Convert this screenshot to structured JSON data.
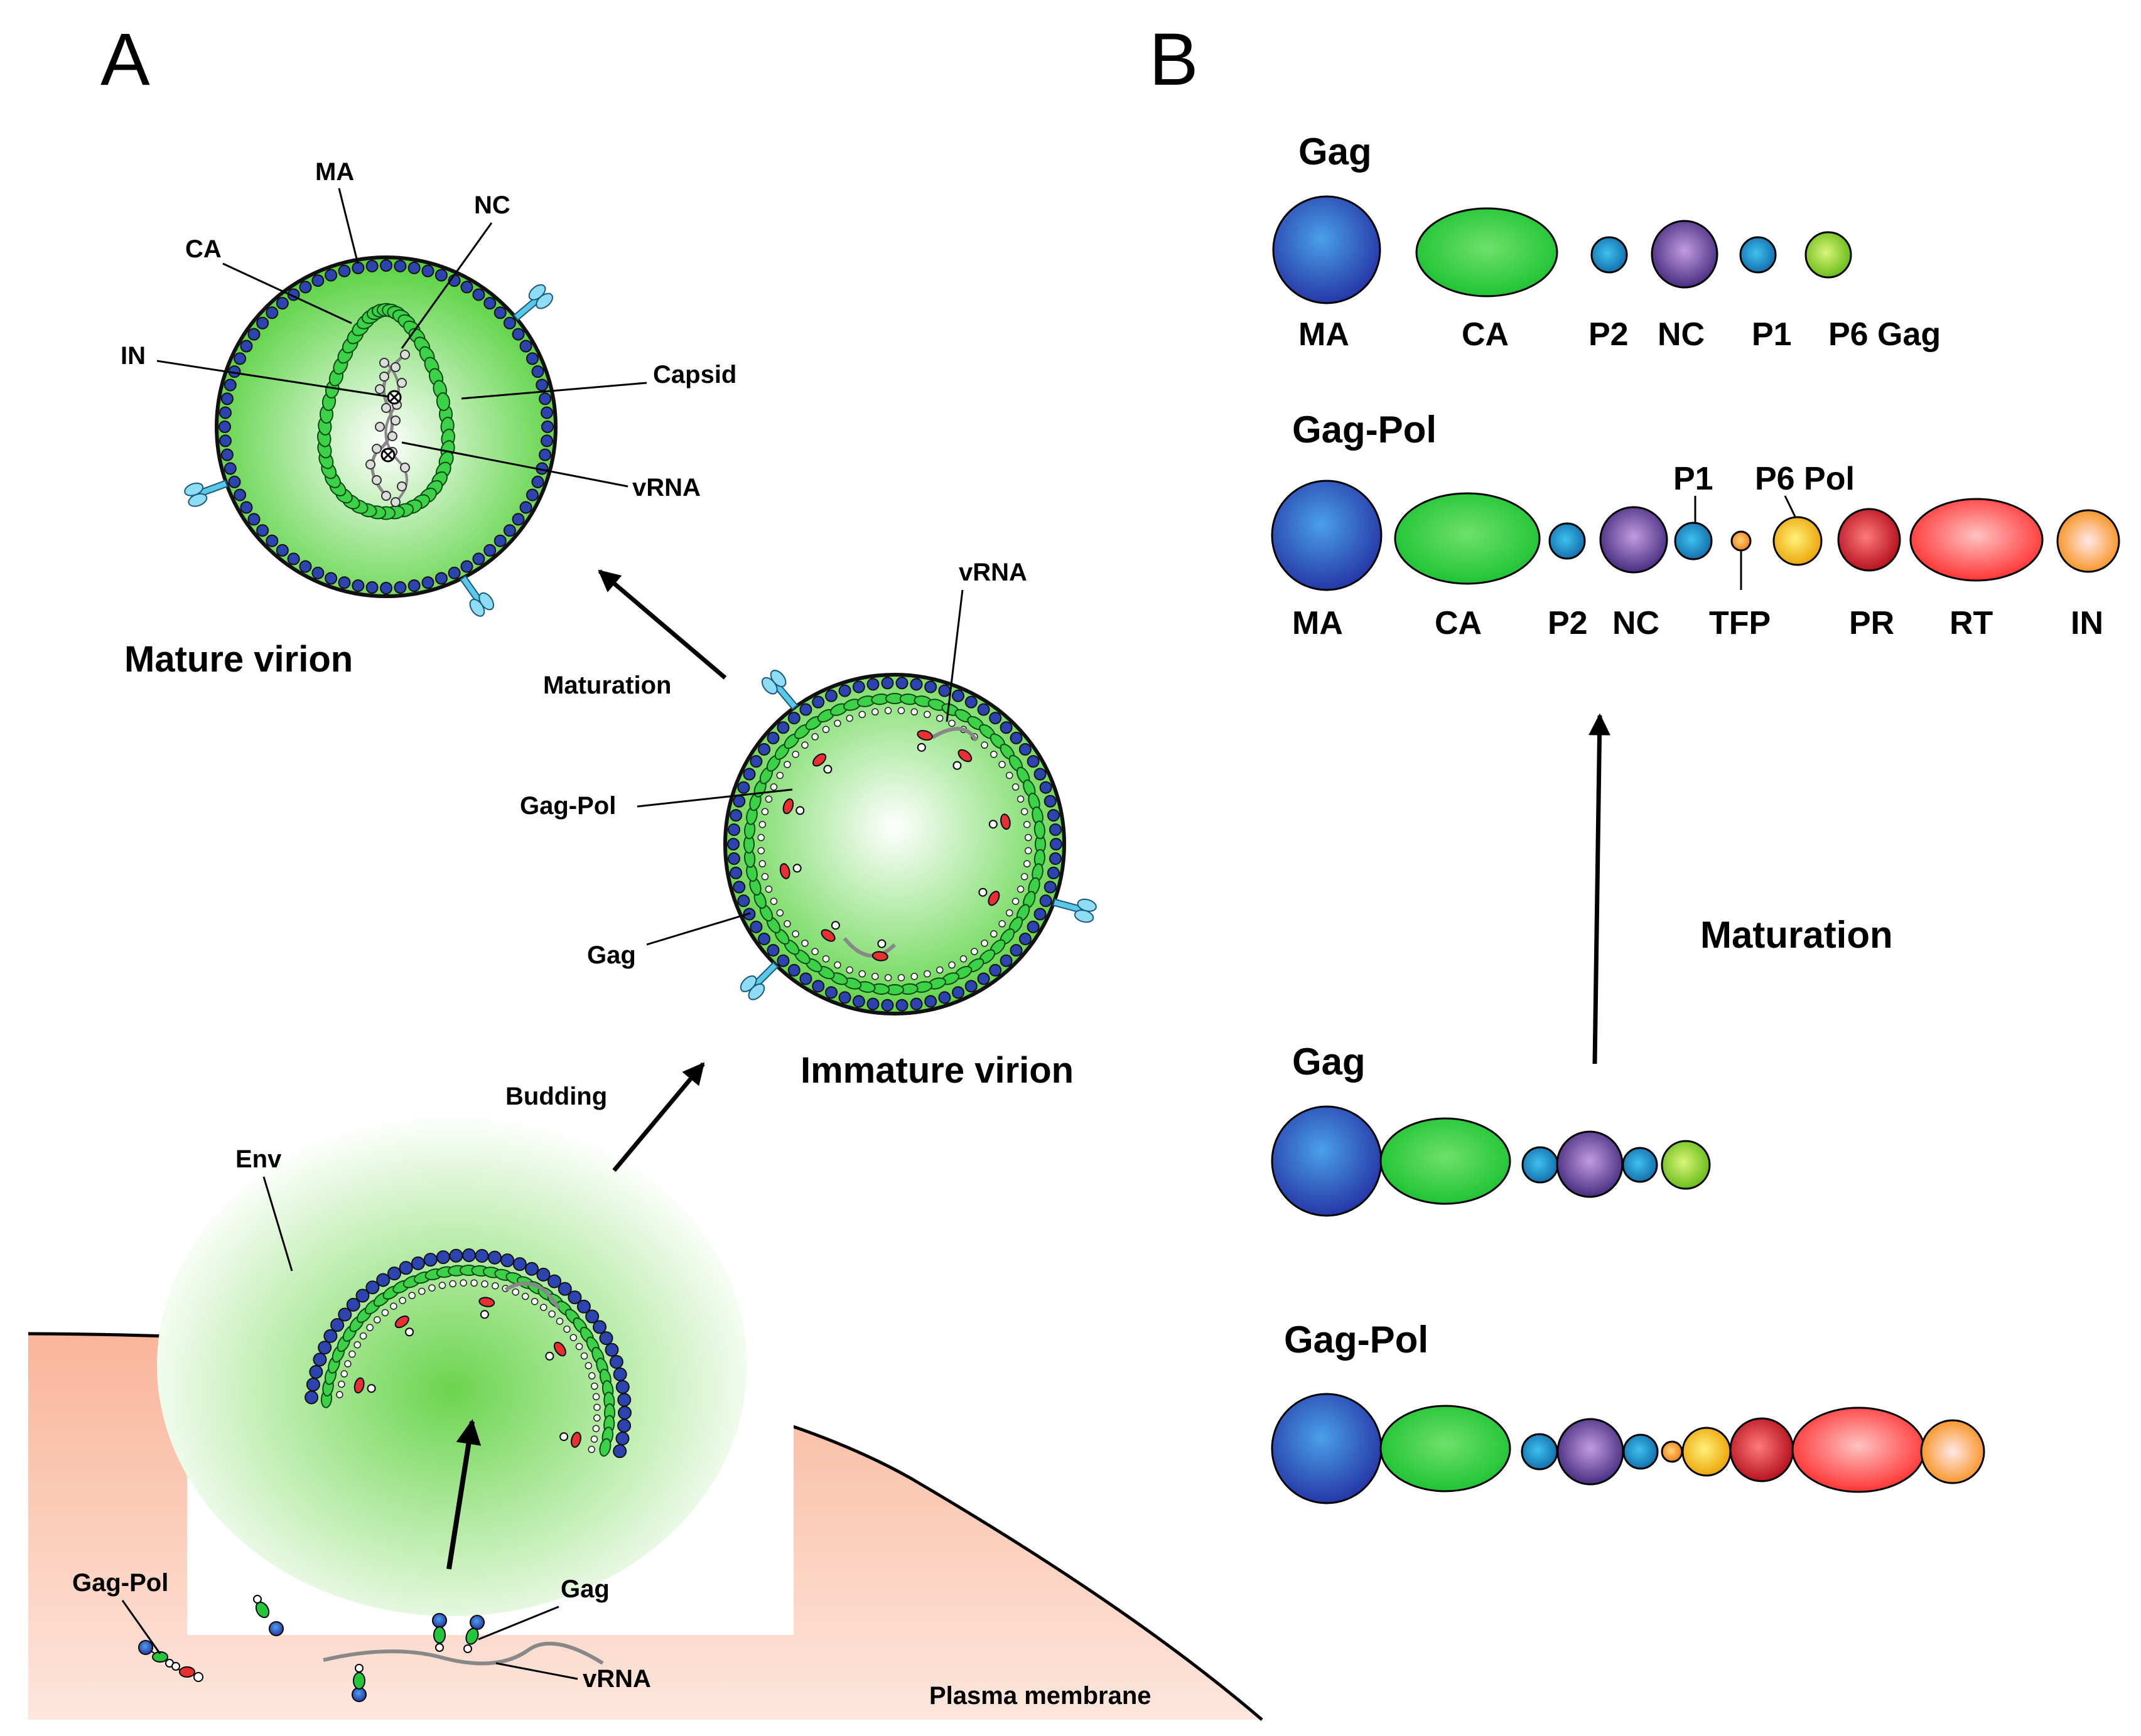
{
  "panels": {
    "a": "A",
    "b": "B"
  },
  "panel_a": {
    "mature": {
      "title": "Mature virion",
      "labels": {
        "ma": "MA",
        "nc": "NC",
        "ca": "CA",
        "in": "IN",
        "capsid": "Capsid",
        "vrna": "vRNA"
      }
    },
    "immature": {
      "title": "Immature virion",
      "labels": {
        "vrna": "vRNA",
        "gagpol": "Gag-Pol",
        "gag": "Gag"
      }
    },
    "arrows": {
      "maturation": "Maturation",
      "budding": "Budding"
    },
    "membrane": {
      "env": "Env",
      "gagpol": "Gag-Pol",
      "gag": "Gag",
      "vrna": "vRNA",
      "plasma": "Plasma membrane"
    }
  },
  "panel_b": {
    "gag_top": {
      "title": "Gag",
      "labels": [
        "MA",
        "CA",
        "P2",
        "NC",
        "P1",
        "P6 Gag"
      ]
    },
    "gagpol_top": {
      "title": "Gag-Pol",
      "labels": [
        "MA",
        "CA",
        "P2",
        "NC",
        "P1",
        "TFP",
        "P6 Pol",
        "PR",
        "RT",
        "IN"
      ]
    },
    "maturation": "Maturation",
    "gag_bottom": {
      "title": "Gag"
    },
    "gagpol_bottom": {
      "title": "Gag-Pol"
    }
  },
  "colors": {
    "ma": "#2b44b0",
    "ca": "#22c73a",
    "p2": "#1a86c4",
    "nc": "#5c3a96",
    "p1": "#1a86c4",
    "p6gag": "#7fcf22",
    "tfp": "#f5921e",
    "p6pol": "#f2b800",
    "pr": "#d81a20",
    "rt": "#ff3a3a",
    "in": "#f7941d",
    "membrane": "#f9b59a",
    "virion": "#5fd447"
  }
}
